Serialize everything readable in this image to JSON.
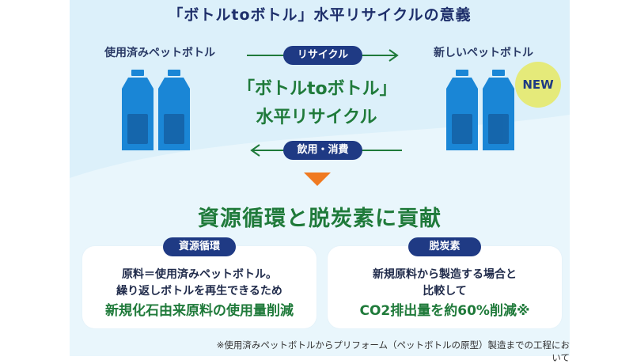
{
  "title": "「ボトルtoボトル」水平リサイクルの意義",
  "left_label": "使用済みペットボトル",
  "right_label": "新しいペットボトル",
  "top_pill": "リサイクル",
  "bottom_pill": "飲用・消費",
  "center_line1": "「ボトルtoボトル」",
  "center_line2": "水平リサイクル",
  "new_badge": "NEW",
  "headline": "資源循環と脱炭素に貢献",
  "cards": [
    {
      "pill": "資源循環",
      "line1": "原料＝使用済みペットボトル。",
      "line2": "繰り返しボトルを再生できるため",
      "strong": "新規化石由来原料の使用量削減"
    },
    {
      "pill": "脱炭素",
      "line1": "新規原料から製造する場合と",
      "line2": "比較して",
      "strong": "CO2排出量を約60%削減※"
    }
  ],
  "footnote": "※使用済みペットボトルからプリフォーム（ペットボトルの原型）製造までの工程において",
  "colors": {
    "panel_bg": "#dcf0fa",
    "navy": "#1f3a84",
    "green": "#1f7a3a",
    "bottle": "#1a86d6",
    "arrow_orange": "#f07a21",
    "badge_yellow": "#e5ea7a"
  }
}
